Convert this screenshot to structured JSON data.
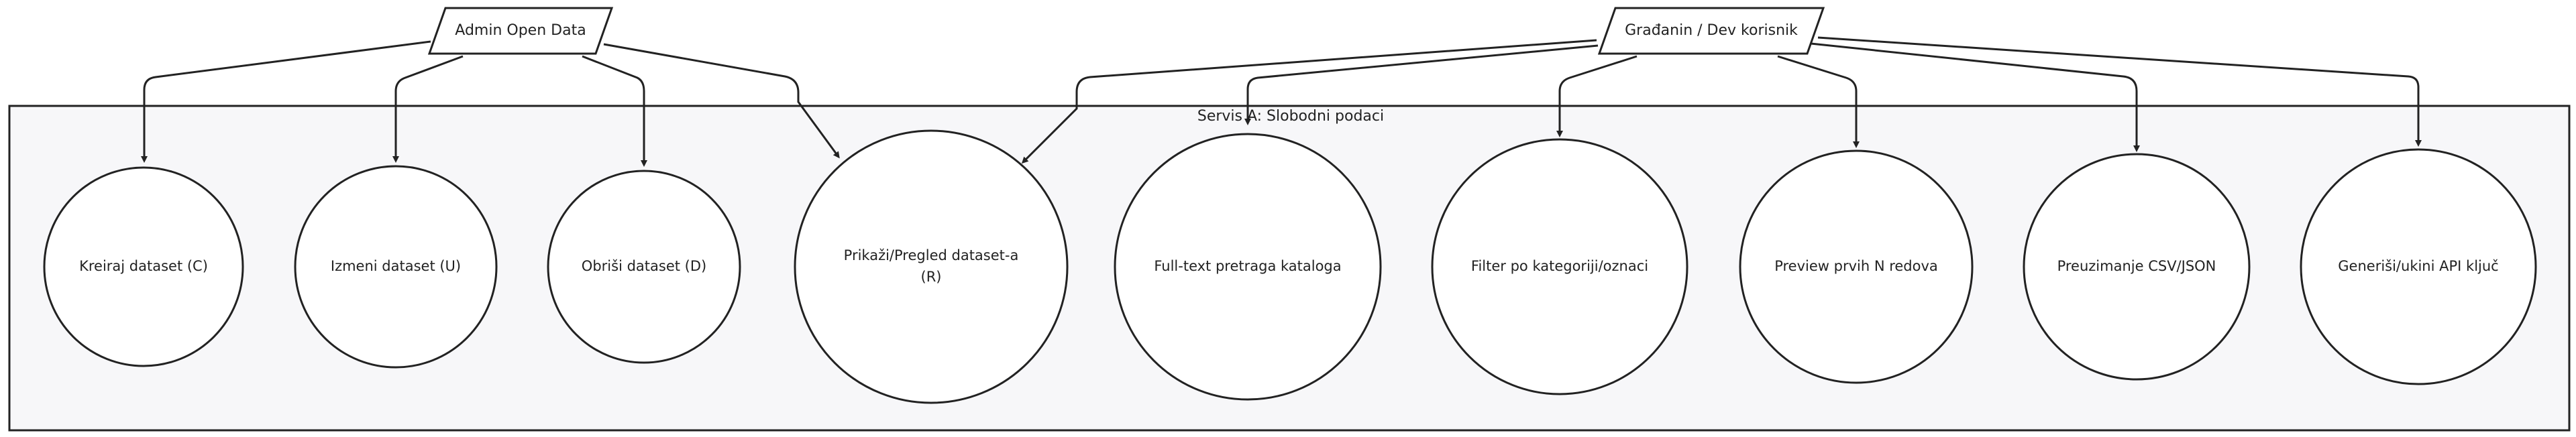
{
  "system": {
    "label": "Servis A: Slobodni podaci"
  },
  "actors": [
    {
      "id": "admin",
      "label": "Admin Open Data"
    },
    {
      "id": "citizen",
      "label": "Građanin / Dev korisnik"
    }
  ],
  "use_cases": [
    {
      "id": "uc1",
      "lines": [
        "Kreiraj dataset (C)"
      ]
    },
    {
      "id": "uc2",
      "lines": [
        "Izmeni dataset (U)"
      ]
    },
    {
      "id": "uc3",
      "lines": [
        "Obriši dataset (D)"
      ]
    },
    {
      "id": "uc4",
      "lines": [
        "Prikaži/Pregled dataset-a",
        "(R)"
      ]
    },
    {
      "id": "uc5",
      "lines": [
        "Full-text pretraga kataloga"
      ]
    },
    {
      "id": "uc6",
      "lines": [
        "Filter po kategoriji/oznaci"
      ]
    },
    {
      "id": "uc7",
      "lines": [
        "Preview prvih N redova"
      ]
    },
    {
      "id": "uc8",
      "lines": [
        "Preuzimanje CSV/JSON"
      ]
    },
    {
      "id": "uc9",
      "lines": [
        "Generiši/ukini API ključ"
      ]
    }
  ],
  "associations": [
    {
      "from": "admin",
      "to": "uc1"
    },
    {
      "from": "admin",
      "to": "uc2"
    },
    {
      "from": "admin",
      "to": "uc3"
    },
    {
      "from": "admin",
      "to": "uc4"
    },
    {
      "from": "citizen",
      "to": "uc4"
    },
    {
      "from": "citizen",
      "to": "uc5"
    },
    {
      "from": "citizen",
      "to": "uc6"
    },
    {
      "from": "citizen",
      "to": "uc7"
    },
    {
      "from": "citizen",
      "to": "uc8"
    },
    {
      "from": "citizen",
      "to": "uc9"
    }
  ],
  "colors": {
    "stroke": "#222222",
    "system_fill": "#f7f7f9",
    "node_fill": "#ffffff",
    "text": "#222222"
  }
}
